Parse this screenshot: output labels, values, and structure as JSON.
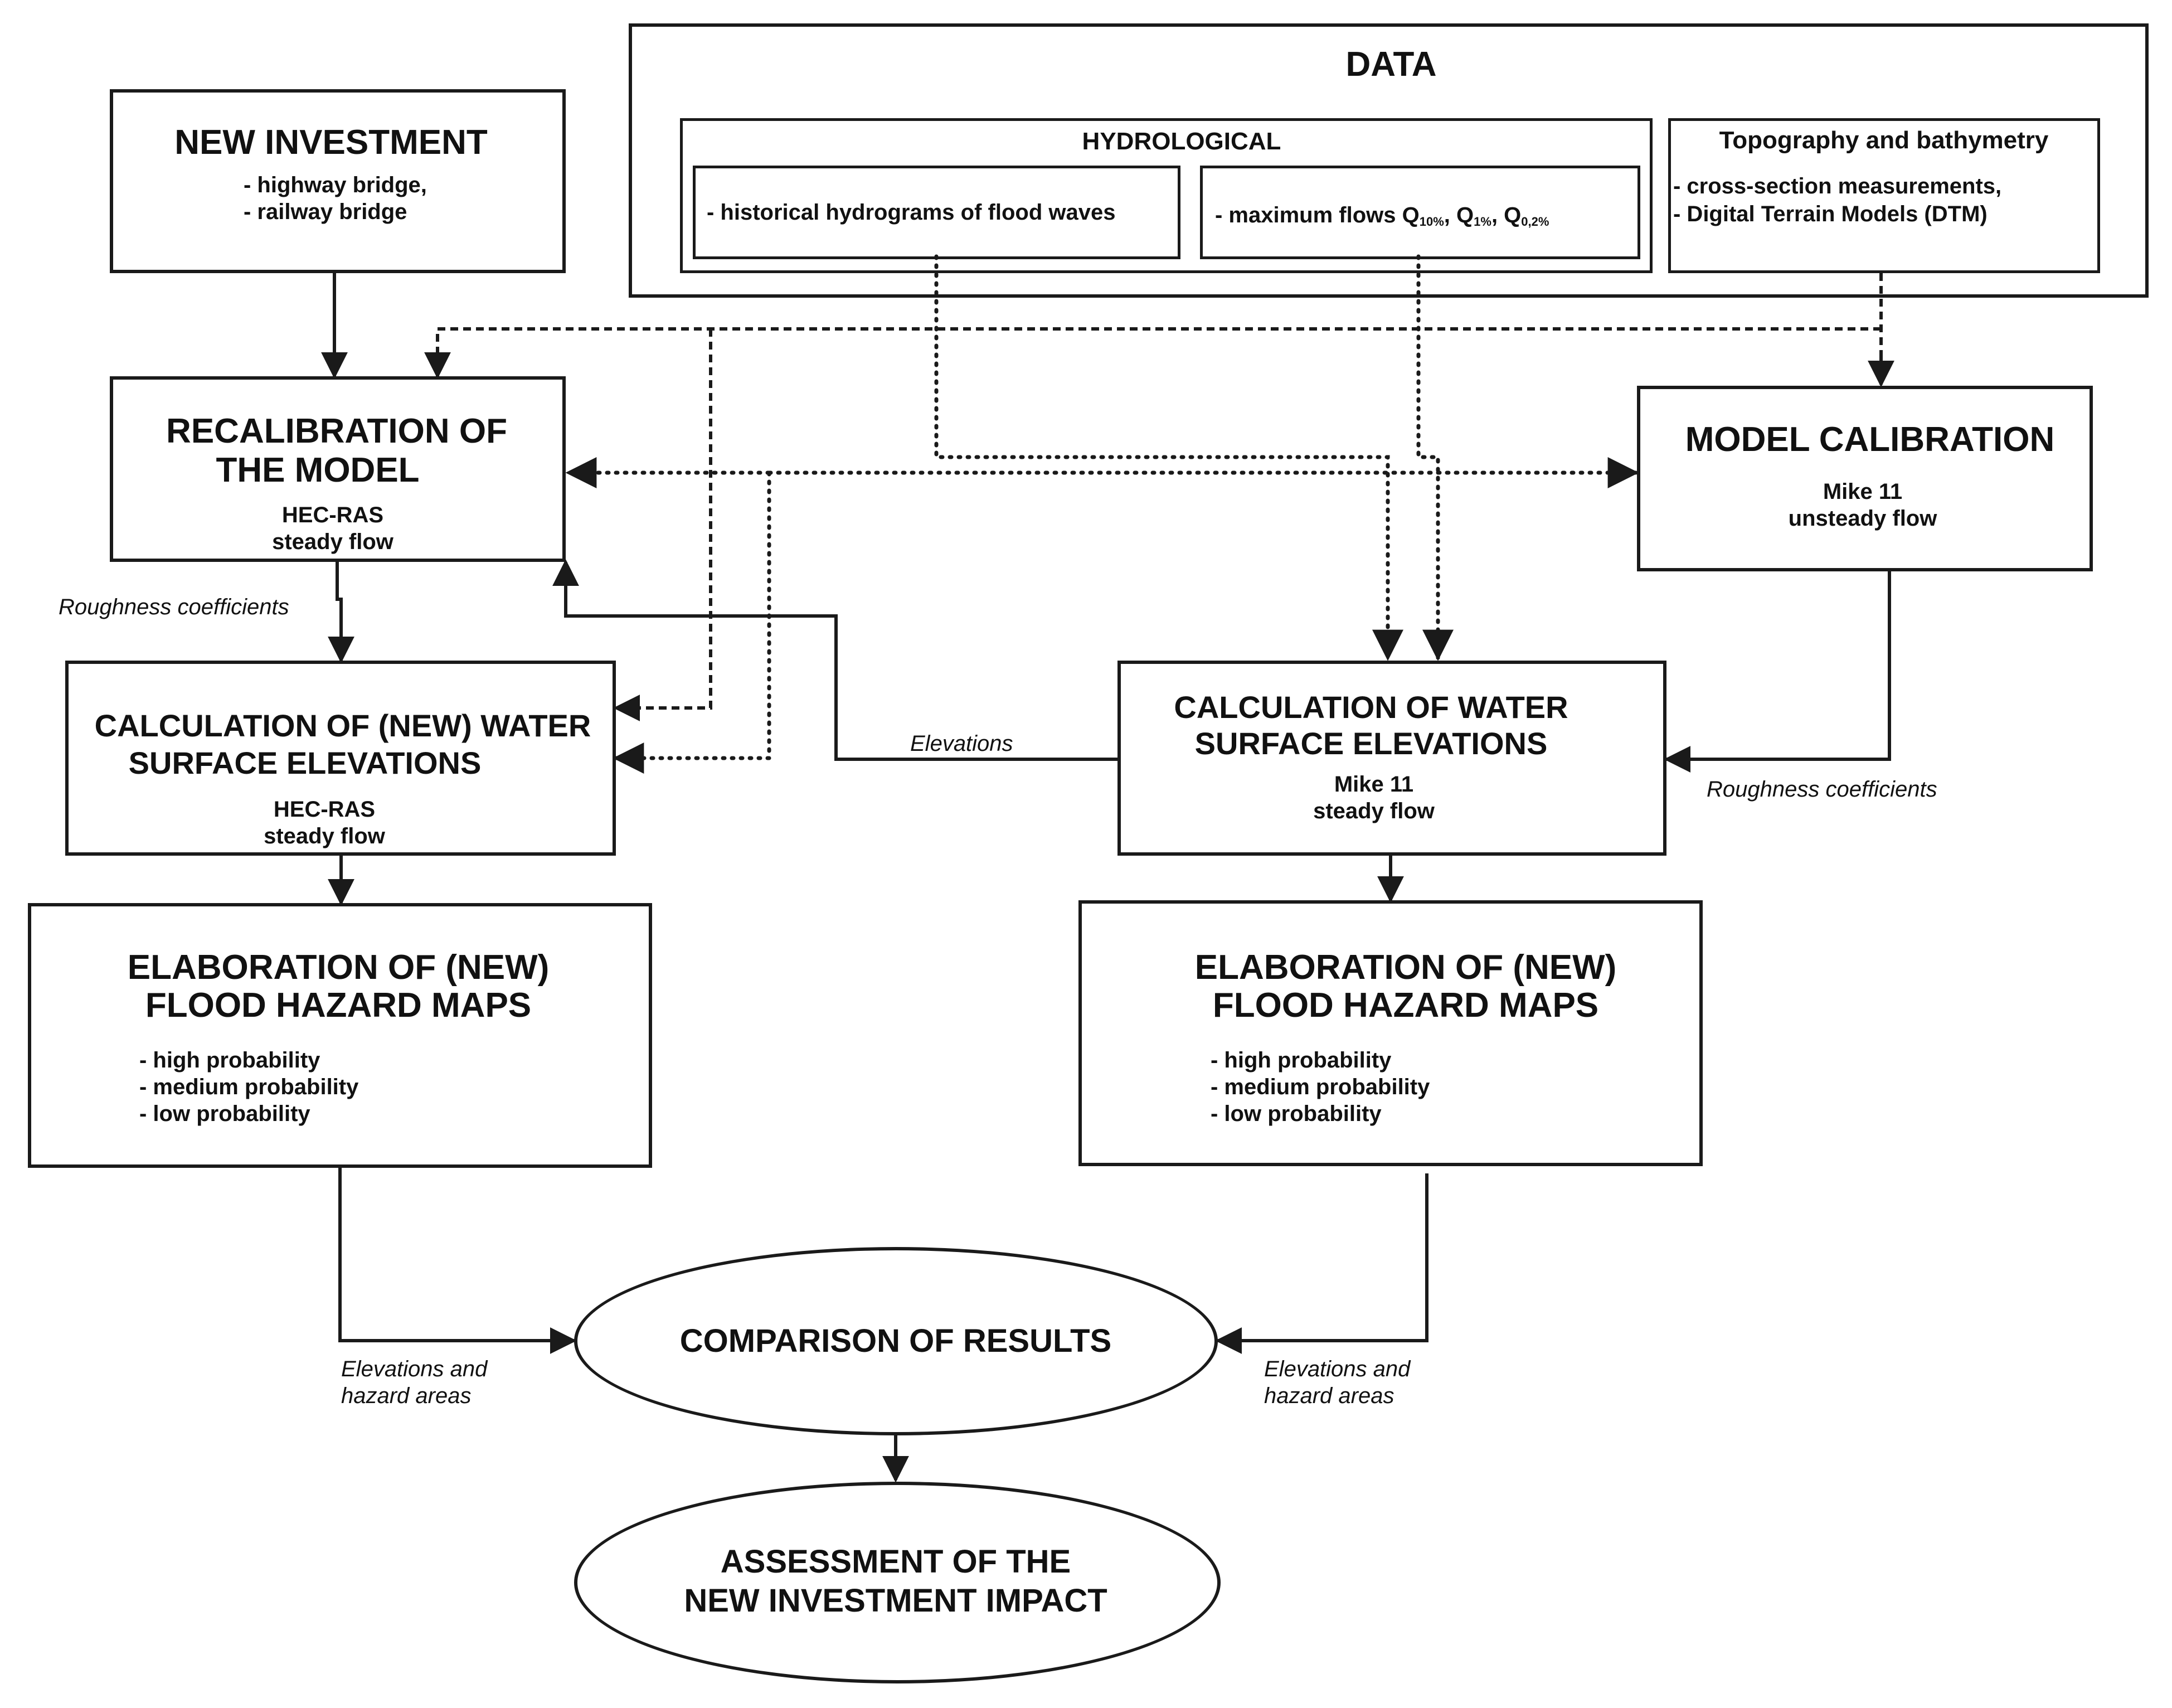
{
  "data_box": {
    "title": "DATA",
    "hydrological": {
      "title": "HYDROLOGICAL",
      "hydrograms": "- historical hydrograms of flood waves",
      "maximum_flows": {
        "prefix": "- maximum flows Q",
        "q1": "10%",
        "mid1": ", Q",
        "q2": "1%",
        "mid2": ", Q",
        "q3": "0,2%"
      }
    },
    "topography": {
      "title": "Topography and bathymetry",
      "items": [
        "- cross-section measurements,",
        "- Digital Terrain Models (DTM)"
      ]
    }
  },
  "new_investment": {
    "title": "NEW INVESTMENT",
    "items": [
      "- highway bridge,",
      "- railway bridge"
    ]
  },
  "recalibration": {
    "title_lines": [
      "RECALIBRATION OF",
      "THE MODEL"
    ],
    "model": "HEC-RAS",
    "flow": "steady flow"
  },
  "model_calibration": {
    "title": "MODEL CALIBRATION",
    "model": "Mike 11",
    "flow": "unsteady flow"
  },
  "calc_left": {
    "title_lines": [
      "CALCULATION OF (NEW) WATER",
      "SURFACE ELEVATIONS"
    ],
    "model": "HEC-RAS",
    "flow": "steady flow"
  },
  "calc_right": {
    "title_lines": [
      "CALCULATION OF  WATER",
      "SURFACE ELEVATIONS"
    ],
    "model": "Mike 11",
    "flow": "steady flow"
  },
  "maps_left": {
    "title_lines": [
      "ELABORATION OF (NEW)",
      "FLOOD HAZARD MAPS"
    ],
    "items": [
      "- high probability",
      "- medium probability",
      "- low probability"
    ]
  },
  "maps_right": {
    "title_lines": [
      "ELABORATION OF (NEW)",
      "FLOOD HAZARD MAPS"
    ],
    "items": [
      "- high probability",
      "- medium probability",
      "- low probability"
    ]
  },
  "comparison": {
    "label": "COMPARISON OF RESULTS"
  },
  "assessment": {
    "label_lines": [
      "ASSESSMENT OF THE",
      "NEW INVESTMENT IMPACT"
    ]
  },
  "edge_labels": {
    "roughness_left": "Roughness coefficients",
    "roughness_right": "Roughness coefficients",
    "elevations": "Elevations",
    "elev_hazard_left": [
      "Elevations and",
      "hazard areas"
    ],
    "elev_hazard_right": [
      "Elevations and",
      "hazard areas"
    ]
  }
}
